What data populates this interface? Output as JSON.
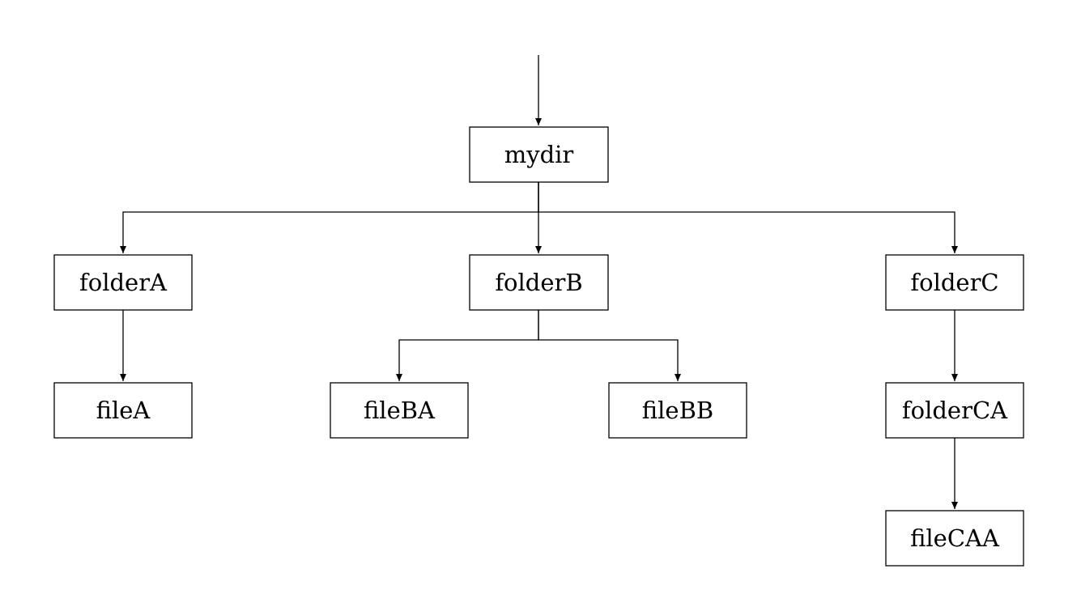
{
  "diagram": {
    "type": "directory-tree",
    "root_has_incoming_arrow": true,
    "nodes": [
      {
        "id": "mydir",
        "label": "mydir"
      },
      {
        "id": "folderA",
        "label": "folderA"
      },
      {
        "id": "folderB",
        "label": "folderB"
      },
      {
        "id": "folderC",
        "label": "folderC"
      },
      {
        "id": "fileA",
        "label": "fileA"
      },
      {
        "id": "fileBA",
        "label": "fileBA"
      },
      {
        "id": "fileBB",
        "label": "fileBB"
      },
      {
        "id": "folderCA",
        "label": "folderCA"
      },
      {
        "id": "fileCAA",
        "label": "fileCAA"
      }
    ],
    "edges": [
      {
        "from": "mydir",
        "to": "folderA"
      },
      {
        "from": "mydir",
        "to": "folderB"
      },
      {
        "from": "mydir",
        "to": "folderC"
      },
      {
        "from": "folderA",
        "to": "fileA"
      },
      {
        "from": "folderB",
        "to": "fileBA"
      },
      {
        "from": "folderB",
        "to": "fileBB"
      },
      {
        "from": "folderC",
        "to": "folderCA"
      },
      {
        "from": "folderCA",
        "to": "fileCAA"
      }
    ]
  }
}
